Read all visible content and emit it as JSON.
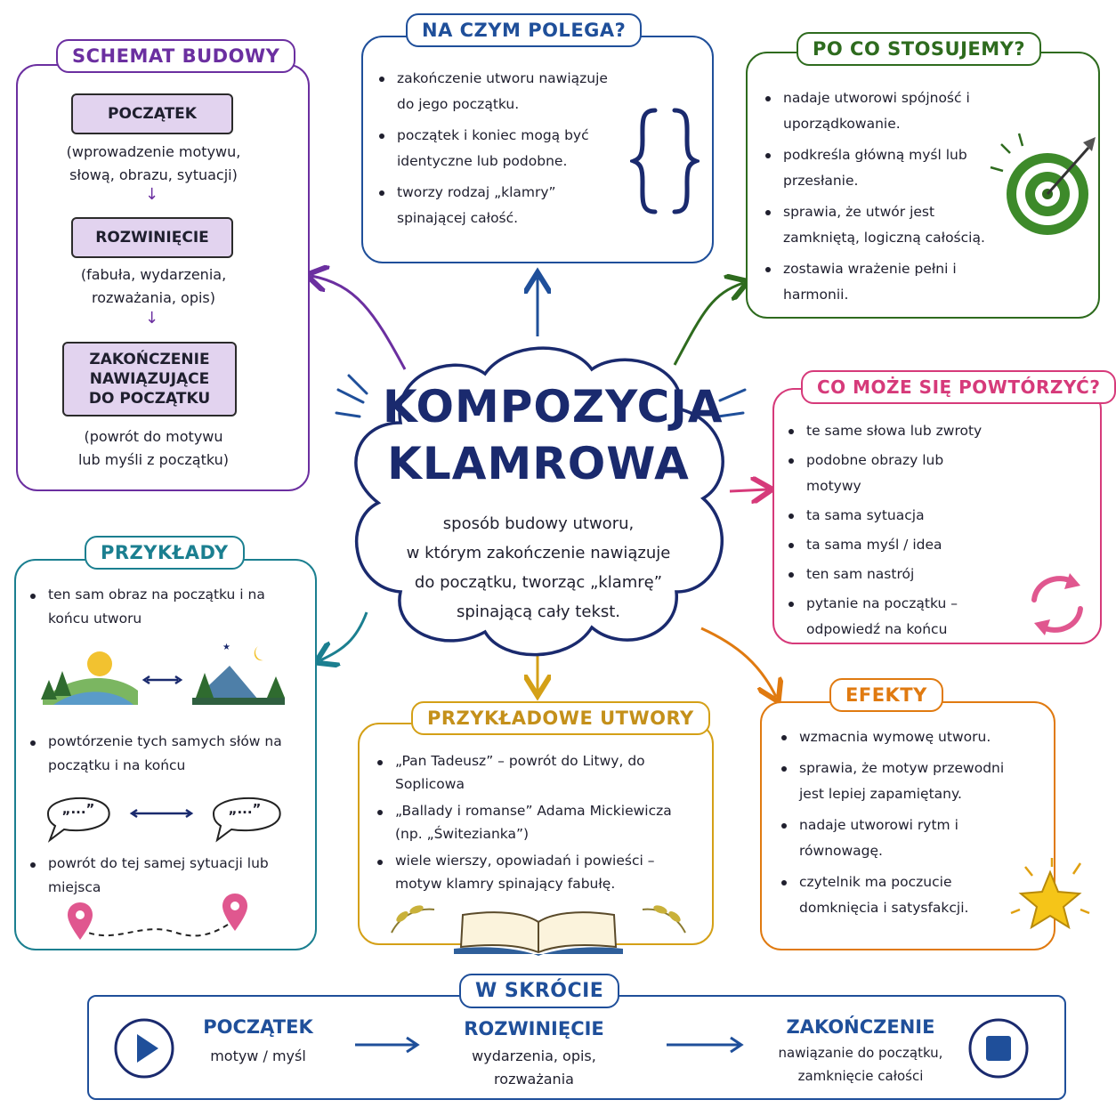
{
  "center": {
    "title_line1": "KOMPOZYCJA",
    "title_line2": "KLAMROWA",
    "description": "sposób budowy utworu,\nw którym zakończenie nawiązuje\ndo początku, tworząc „klamrę”\nspinającą cały tekst."
  },
  "schemat": {
    "title": "SCHEMAT BUDOWY",
    "steps": [
      {
        "label": "POCZĄTEK",
        "note": "(wprowadzenie motywu,\nsłową, obrazu, sytuacji)"
      },
      {
        "label": "ROZWINIĘCIE",
        "note": "(fabuła, wydarzenia,\nrozważania, opis)"
      },
      {
        "label": "ZAKOŃCZENIE\nNAWIĄZUJĄCE\nDO POCZĄTKU",
        "note": "(powrót do motywu\nlub myśli z początku)"
      }
    ]
  },
  "na_czym": {
    "title": "NA CZYM POLEGA?",
    "items": [
      "zakończenie utworu nawiązuje do jego początku.",
      "początek i koniec mogą być identyczne lub podobne.",
      "tworzy rodzaj „klamry” spinającej całość."
    ]
  },
  "po_co": {
    "title": "PO CO STOSUJEMY?",
    "items": [
      "nadaje utworowi spójność i uporządkowanie.",
      "podkreśla główną myśl lub przesłanie.",
      "sprawia, że utwór jest zamkniętą, logiczną całością.",
      "zostawia wrażenie pełni i harmonii."
    ]
  },
  "co_moze": {
    "title": "CO MOŻE SIĘ POWTÓRZYĆ?",
    "items": [
      "te same słowa lub zwroty",
      "podobne obrazy lub motywy",
      "ta sama sytuacja",
      "ta sama myśl / idea",
      "ten sam nastrój",
      "pytanie na początku – odpowiedź na końcu"
    ]
  },
  "przyklady": {
    "title": "PRZYKŁADY",
    "items": [
      "ten sam obraz na początku i na końcu utworu",
      "powtórzenie tych samych słów na początku i na końcu",
      "powrót do tej samej sytuacji lub miejsca"
    ],
    "quote": "„...”"
  },
  "utwory": {
    "title": "PRZYKŁADOWE UTWORY",
    "items": [
      "„Pan Tadeusz” – powrót do Litwy, do Soplicowa",
      "„Ballady i romanse” Adama Mickiewicza (np. „Świtezianka”)",
      "wiele wierszy, opowiadań i powieści – motyw klamry spinający fabułę."
    ]
  },
  "efekty": {
    "title": "EFEKTY",
    "items": [
      "wzmacnia wymowę utworu.",
      "sprawia, że motyw przewodni jest lepiej zapamiętany.",
      "nadaje utworowi rytm i równowagę.",
      "czytelnik ma poczucie domknięcia i satysfakcji."
    ]
  },
  "skrocie": {
    "title": "W SKRÓCIE",
    "steps": [
      {
        "head": "POCZĄTEK",
        "text": "motyw / myśl"
      },
      {
        "head": "ROZWINIĘCIE",
        "text": "wydarzenia, opis,\nrozważania"
      },
      {
        "head": "ZAKOŃCZENIE",
        "text": "nawiązanie do początku,\nzamknięcie całości"
      }
    ]
  },
  "colors": {
    "purple": "#6b2fa0",
    "blue": "#1f4f9a",
    "green": "#2e6b1e",
    "pink": "#d63a7a",
    "teal": "#1b7f90",
    "gold": "#d4a017",
    "orange": "#e07a10",
    "navy": "#1a2a6e"
  }
}
